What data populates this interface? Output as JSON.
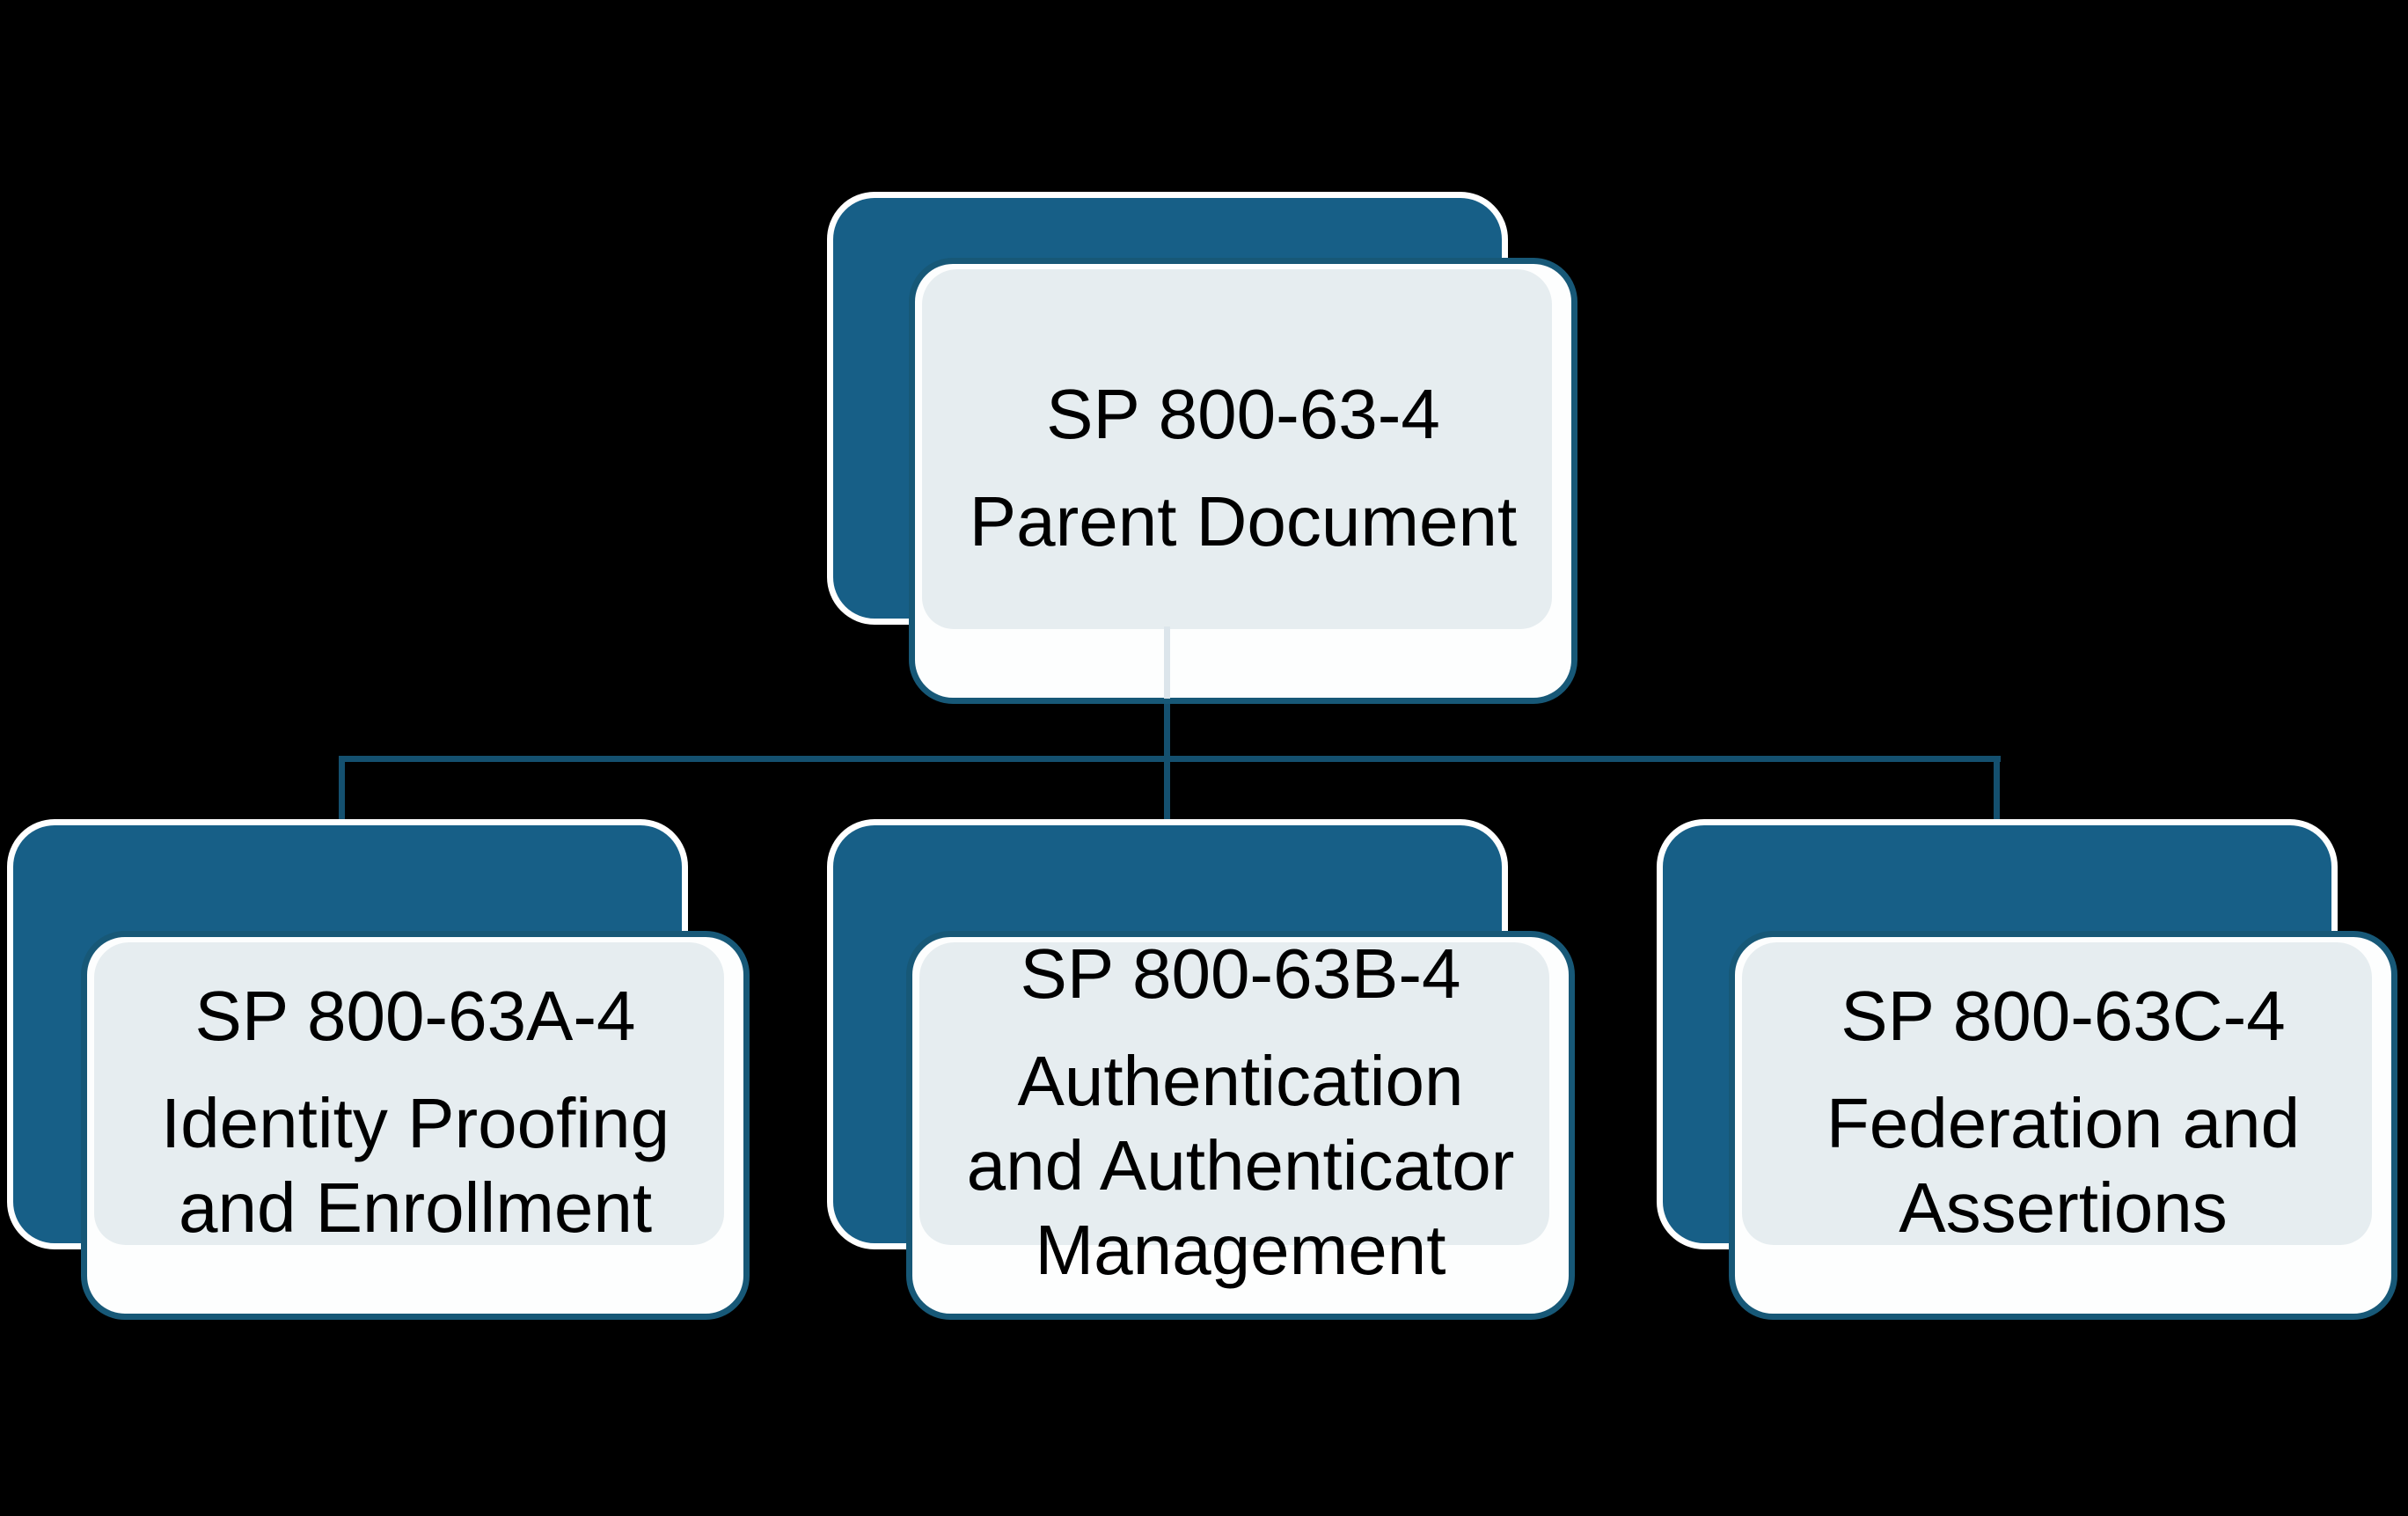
{
  "diagram": {
    "background": "#000000",
    "palette": {
      "shadow_fill": "#175F87",
      "shadow_outline": "#FFFFFF",
      "card_fill": "#FDFEFE",
      "card_border": "#175877",
      "card_accent_fill": "#E6EDF0",
      "connector": "#14506F",
      "text": "#000000"
    },
    "nodes": [
      {
        "id": "parent",
        "title": "SP 800-63-4",
        "subtitle": "Parent Document"
      },
      {
        "id": "63a",
        "title": "SP 800-63A-4",
        "subtitle": "Identity Proofing\nand Enrollment"
      },
      {
        "id": "63b",
        "title": "SP 800-63B-4",
        "subtitle": "Authentication\nand Authenticator\nManagement"
      },
      {
        "id": "63c",
        "title": "SP 800-63C-4",
        "subtitle": "Federation and\nAssertions"
      }
    ]
  }
}
